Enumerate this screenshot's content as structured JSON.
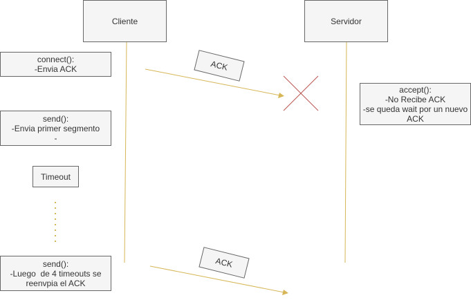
{
  "participants": {
    "client": "Cliente",
    "server": "Servidor"
  },
  "notes": {
    "connect": [
      "connect():",
      "-Envia ACK"
    ],
    "send_first": [
      "send():",
      "-Envia primer segmento",
      "-"
    ],
    "timeout": "Timeout",
    "send_retry": [
      "send():",
      "-Luego  de 4 timeouts se",
      "reenvpia el ACK"
    ],
    "accept": [
      "accept():",
      "-No Recibe ACK",
      "-se queda wait por un nuevo",
      "ACK"
    ]
  },
  "messages": {
    "ack_first": "ACK",
    "ack_second": "ACK"
  },
  "colors": {
    "lifeline": "#d6b656",
    "arrow": "#d6b656",
    "lost_cross": "#b85450",
    "dots": "#d6b656"
  }
}
